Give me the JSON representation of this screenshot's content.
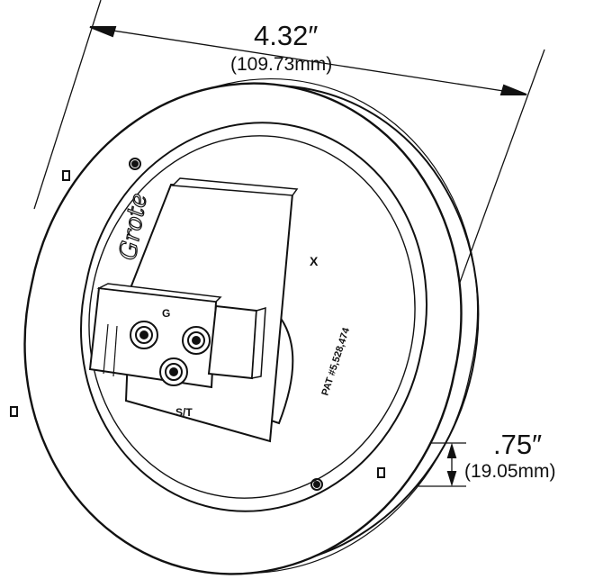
{
  "dimensions": {
    "diameter_in": "4.32″",
    "diameter_mm": "(109.73mm)",
    "depth_in": ".75″",
    "depth_mm": "(19.05mm)"
  },
  "part_markings": {
    "brand_logo": "Grote",
    "ground_terminal": "G",
    "stop_tail_terminal": "S/T",
    "mark_x": "X",
    "patent": "PAT #5,528,474"
  },
  "colors": {
    "line": "#111111",
    "background": "#ffffff"
  }
}
